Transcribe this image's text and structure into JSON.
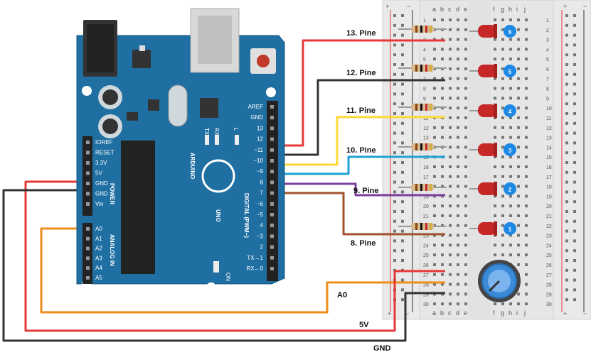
{
  "arduino": {
    "brand": "ARDUINO",
    "model": "UNO",
    "on_label": "ON",
    "led_labels": [
      "TX",
      "RX",
      "L"
    ],
    "digital_header_label": "DIGITAL (PWM~)",
    "power_header_label": "POWER",
    "analog_header_label": "ANALOG IN",
    "digital_pins": [
      "AREF",
      "GND",
      "13",
      "12",
      "~11",
      "~10",
      "~9",
      "8",
      "7",
      "~6",
      "~5",
      "4",
      "~3",
      "2",
      "TX→1",
      "RX←0"
    ],
    "power_pins": [
      "IOREF",
      "RESET",
      "3.3V",
      "5V",
      "GND",
      "GND",
      "Vin"
    ],
    "analog_pins": [
      "A0",
      "A1",
      "A2",
      "A3",
      "A4",
      "A5"
    ]
  },
  "wire_labels": {
    "pin13": "13. Pine",
    "pin12": "12. Pine",
    "pin11": "11. Pine",
    "pin10": "10. Pine",
    "pin9": "9. Pine",
    "pin8": "8. Pine",
    "a0": "A0",
    "v5": "5V",
    "gnd": "GND"
  },
  "breadboard": {
    "col_letters_left": [
      "a",
      "b",
      "c",
      "d",
      "e"
    ],
    "col_letters_right": [
      "f",
      "g",
      "h",
      "i",
      "j"
    ],
    "rail_plus": "+",
    "rail_minus": "−",
    "row_count": 30
  },
  "leds": [
    "6",
    "5",
    "4",
    "3",
    "2",
    "1"
  ],
  "colors": {
    "board": "#1f6fa2",
    "wire_red": "#e53935",
    "wire_black": "#333333",
    "wire_yellow": "#fdd835",
    "wire_cyan": "#1fa2d6",
    "wire_purple": "#7b3f9e",
    "wire_brown": "#a0522d",
    "wire_orange": "#f08c1a",
    "led_red": "#c62828",
    "badge_blue": "#1e88e5"
  }
}
